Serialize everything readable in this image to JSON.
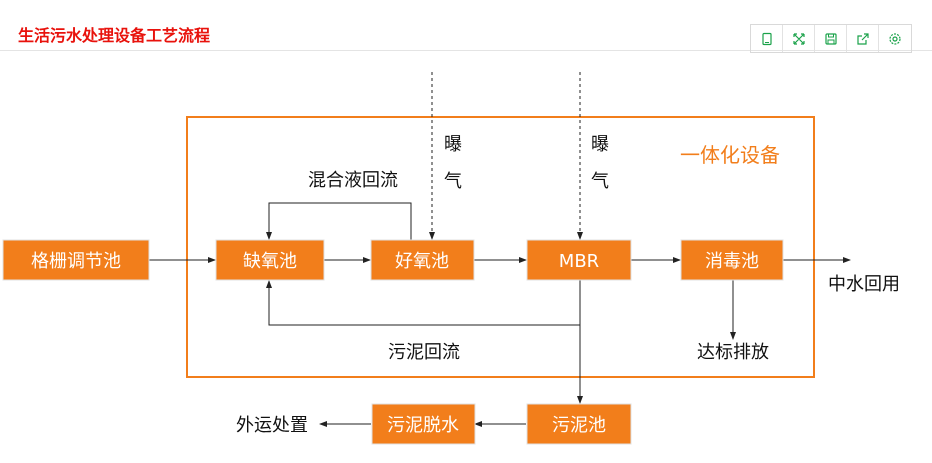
{
  "title": "生活污水处理设备工艺流程",
  "toolbar": {
    "icons": [
      "tablet-icon",
      "fullscreen-icon",
      "save-icon",
      "share-icon",
      "settings-icon"
    ]
  },
  "colors": {
    "box_fill": "#f27e1b",
    "box_text": "#ffffff",
    "title": "#e8120c",
    "group_border": "#f27e1b",
    "group_label": "#f27e1b"
  },
  "diagram": {
    "group_label": "一体化设备",
    "nodes": {
      "grille": "格栅调节池",
      "anoxic": "缺氧池",
      "aerobic": "好氧池",
      "mbr": "MBR",
      "disinfect": "消毒池",
      "sludge_tank": "污泥池",
      "dewater": "污泥脱水"
    },
    "labels": {
      "mixed_return": "混合液回流",
      "aeration_1a": "曝",
      "aeration_1b": "气",
      "aeration_2a": "曝",
      "aeration_2b": "气",
      "reuse": "中水回用",
      "sludge_return": "污泥回流",
      "discharge": "达标排放",
      "outbound": "外运处置"
    }
  }
}
